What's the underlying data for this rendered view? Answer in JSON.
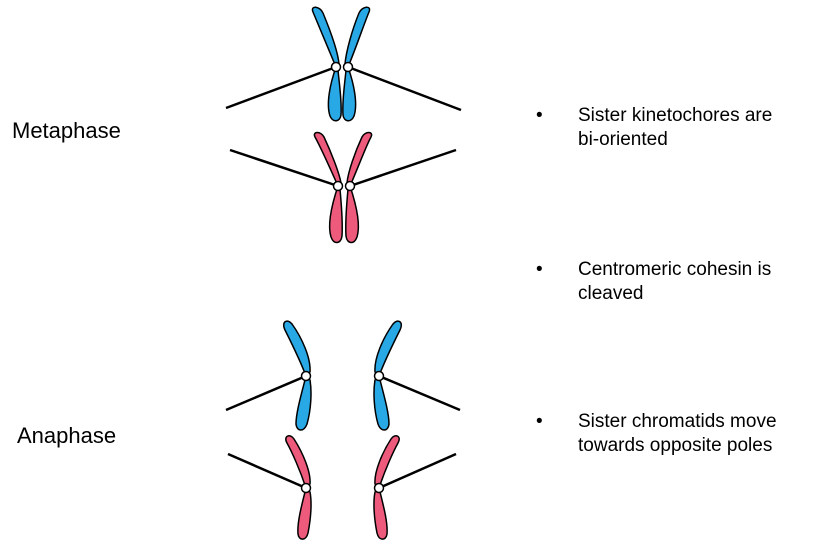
{
  "phases": {
    "metaphase": "Metaphase",
    "anaphase": "Anaphase"
  },
  "bullets": [
    {
      "lines": [
        "Sister kinetochores are",
        "bi-oriented"
      ]
    },
    {
      "lines": [
        "Centromeric cohesin is",
        "cleaved"
      ]
    },
    {
      "lines": [
        "Sister chromatids move",
        "towards opposite poles"
      ]
    }
  ],
  "bullet_marker": "•",
  "colors": {
    "chromosome_blue": "#29a8e6",
    "chromosome_pink": "#ee5a7c",
    "outline": "#000000",
    "spindle": "#000000",
    "kinetochore_fill": "#ffffff",
    "background": "#ffffff"
  }
}
